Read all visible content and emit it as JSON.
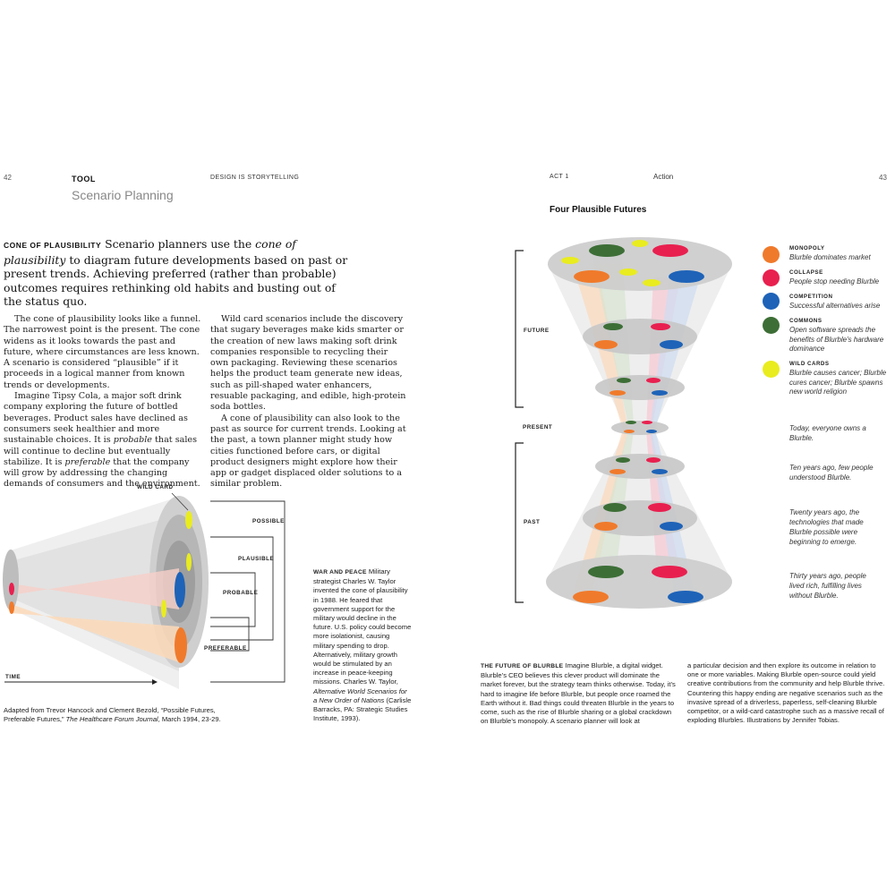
{
  "left_page": {
    "folio": "42",
    "section_label": "TOOL",
    "section_title": "Scenario Planning",
    "running_head": "DESIGN IS STORYTELLING",
    "lead": {
      "smallcaps": "cone of plausibility",
      "before": " Scenario planners use the ",
      "em": "cone of plausibility",
      "after": " to diagram future developments based on past or present trends. Achieving preferred (rather than probable) outcomes requires rethinking old habits and busting out of the status quo."
    },
    "col1": {
      "p1": "The cone of plausibility looks like a funnel. The narrowest point is the present. The cone widens as it looks towards the past and future, where circumstances are less known. A scenario is considered “plausible” if it proceeds in a logical manner from known trends or developments.",
      "p2a": "Imagine Tipsy Cola, a major soft drink company exploring the future of bottled beverages. Product sales have declined as consumers seek healthier and more sustainable choices. It is ",
      "p2em1": "probable",
      "p2b": " that sales will continue to decline but eventually stabilize. It is ",
      "p2em2": "preferable",
      "p2c": " that the company will grow by addressing the changing demands of consumers and the environment."
    },
    "col2": {
      "p1": "Wild card scenarios include the discovery that sugary beverages make kids smarter or the creation of new laws making soft drink companies responsible to recycling their own packaging. Reviewing these scenarios helps the product team generate new ideas, such as pill-shaped water enhancers, resuable packaging, and edible, high-protein soda bottles.",
      "p2": "A cone of plausibility can also look to the past as source for current trends. Looking at the past, a town planner might study how cities functioned before cars, or digital product designers might explore how their app or gadget displaced older solutions to a similar problem."
    },
    "cone_diagram": {
      "wild_card": "WILD CARD",
      "possible": "POSSIBLE",
      "plausible": "PLAUSIBLE",
      "probable": "PROBABLE",
      "preferable": "PREFERABLE",
      "time": "TIME"
    },
    "war_and_peace": {
      "title": "WAR AND PEACE",
      "text1": " Military strategist Charles W. Taylor invented the cone of plausibility in 1988. He feared that government support for the military would decline in the future. U.S. policy could become more isolationist, causing military spending to drop. Alternatively, military growth would be stimulated by an increase in peace-keeping missions. Charles W. Taylor, ",
      "em": "Alternative World Scenarios for a  New Order of Nations",
      "text2": " (Carlisle Barracks, PA: Strategic Studies Institute, 1993)."
    },
    "credit": {
      "text1": "Adapted from Trevor Hancock and Clement Bezold, “Possible Futures, Preferable Futures,” ",
      "em": "The Healthcare Forum Journal",
      "text2": ", March 1994, 23-29."
    }
  },
  "right_page": {
    "folio": "43",
    "act": "ACT 1",
    "act_title": "Action",
    "figure_title": "Four Plausible Futures",
    "bracket_future": "FUTURE",
    "bracket_present": "PRESENT",
    "bracket_past": "PAST",
    "legend": [
      {
        "title": "MONOPOLY",
        "desc": "Blurble dominates market",
        "color": "#f07a2b"
      },
      {
        "title": "COLLAPSE",
        "desc": "People stop needing Blurble",
        "color": "#e8204f"
      },
      {
        "title": "COMPETITION",
        "desc": "Successful alternatives arise",
        "color": "#1e63b8"
      },
      {
        "title": "COMMONS",
        "desc": "Open software spreads the benefits of Blurble’s hardware dominance",
        "color": "#3d6e36"
      },
      {
        "title": "WILD CARDS",
        "desc": "Blurble causes cancer; Blurble cures cancer; Blurble spawns new world religion",
        "color": "#e9ec1f"
      }
    ],
    "notes": {
      "today": "Today, everyone owns a Blurble.",
      "ten": "Ten years ago, few people understood Blurble.",
      "twenty": "Twenty years ago, the technologies that made Blurble possible were beginning to emerge.",
      "thirty": "Thirty years ago, people lived rich, fulfilling lives without Blurble."
    },
    "caption": {
      "title": "THE FUTURE OF BLURBLE",
      "col1": " Imagine Blurble, a digital widget. Blurble’s CEO believes this clever product will dominate the market forever, but the strategy team thinks otherwise. Today, it’s hard to imagine life before Blurble, but people once roamed the Earth without it. Bad things could threaten Blurble in the years to come, such as the rise of Blurble sharing or a global crackdown on Blurble’s monopoly. A scenario planner will look at",
      "col2": "a particular decision and then explore its outcome in relation to one or more variables. Making Blurble open-source could yield creative contributions from the community and help Blurble thrive. Countering this happy ending are negative scenarios such as the invasive spread of a driverless, paperless, self-cleaning Blurble competitor, or a wild-card catastrophe such as a massive recall of exploding Blurbles. Illustrations by Jennifer Tobias."
    }
  }
}
